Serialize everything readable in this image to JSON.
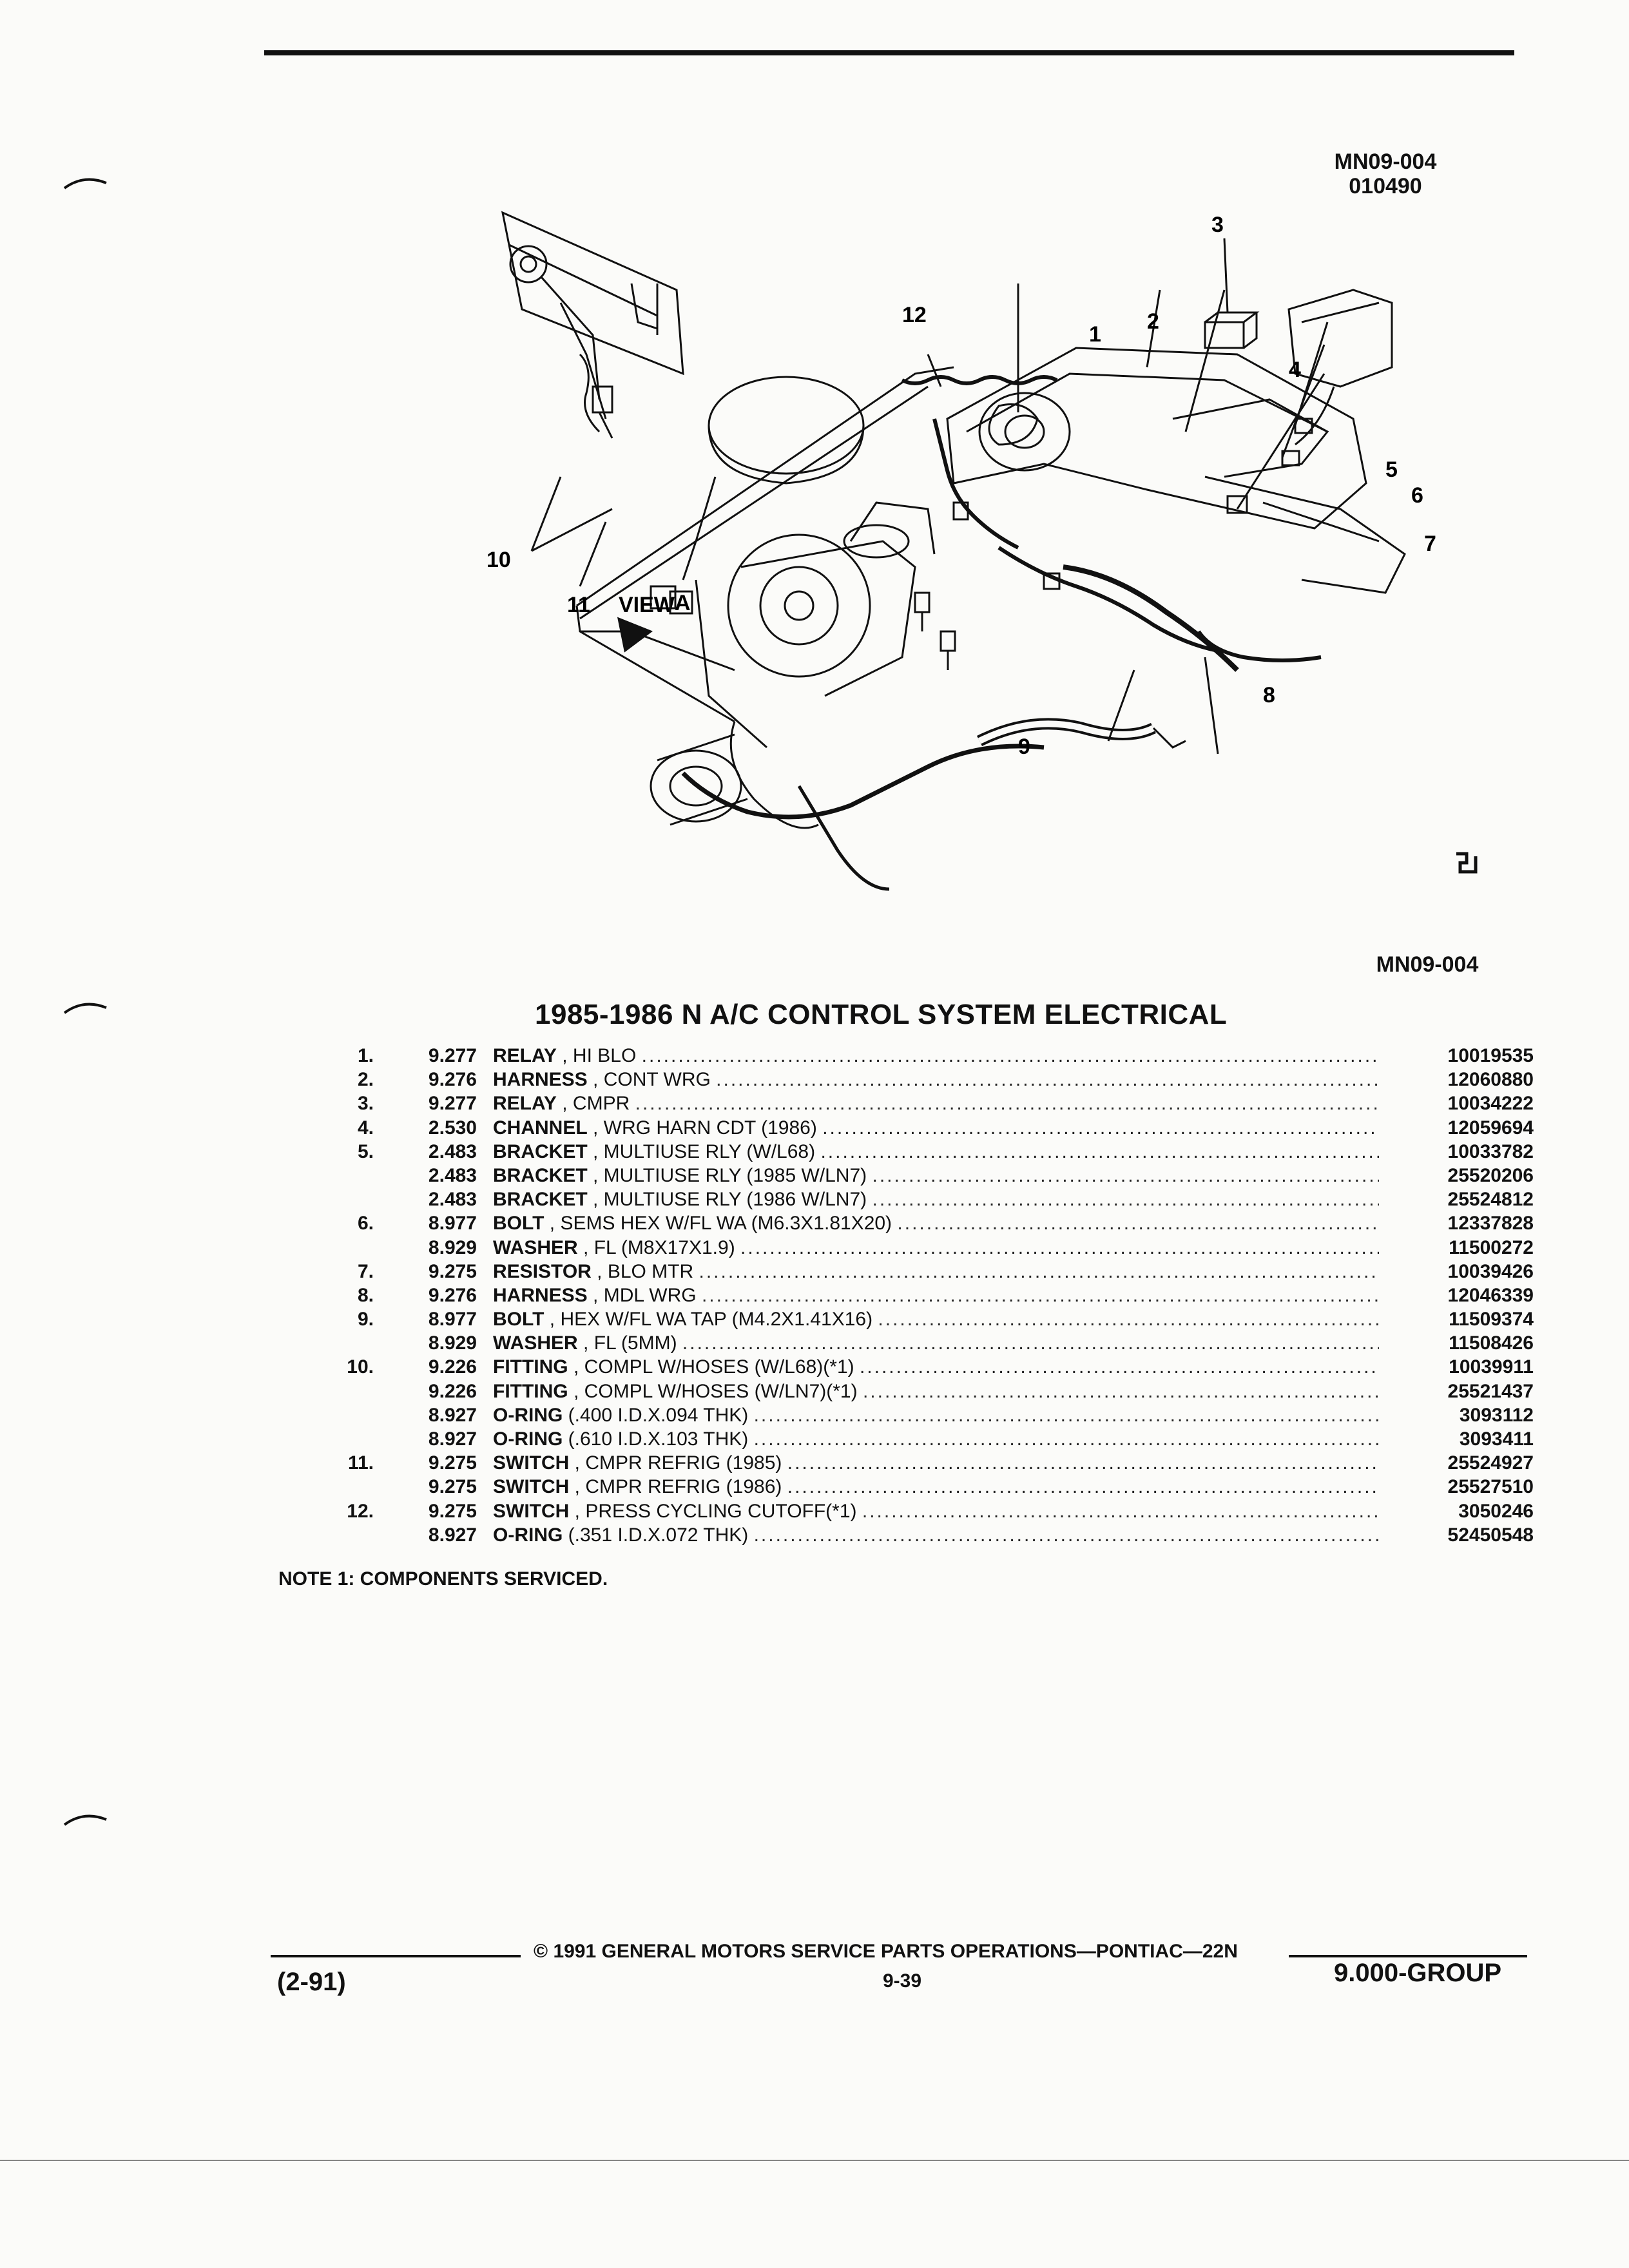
{
  "figure": {
    "id_top_line1": "MN09-004",
    "id_top_line2": "010490",
    "id_bottom": "MN09-004",
    "view_label": "VIEW",
    "view_box_letter": "A",
    "callouts": [
      "1",
      "2",
      "3",
      "4",
      "5",
      "6",
      "7",
      "8",
      "9",
      "10",
      "11",
      "12"
    ]
  },
  "section_title": "1985-1986 N A/C CONTROL SYSTEM ELECTRICAL",
  "parts": [
    {
      "key": "1.",
      "group": "9.277",
      "name": "RELAY",
      "detail": ", HI BLO",
      "part_no": "10019535"
    },
    {
      "key": "2.",
      "group": "9.276",
      "name": "HARNESS",
      "detail": ", CONT WRG",
      "part_no": "12060880"
    },
    {
      "key": "3.",
      "group": "9.277",
      "name": "RELAY",
      "detail": ", CMPR",
      "part_no": "10034222"
    },
    {
      "key": "4.",
      "group": "2.530",
      "name": "CHANNEL",
      "detail": ", WRG HARN CDT (1986)",
      "part_no": "12059694"
    },
    {
      "key": "5.",
      "group": "2.483",
      "name": "BRACKET",
      "detail": ", MULTIUSE RLY (W/L68)",
      "part_no": "10033782"
    },
    {
      "key": "",
      "group": "2.483",
      "name": "BRACKET",
      "detail": ", MULTIUSE RLY (1985 W/LN7)",
      "part_no": "25520206"
    },
    {
      "key": "",
      "group": "2.483",
      "name": "BRACKET",
      "detail": ", MULTIUSE RLY (1986 W/LN7)",
      "part_no": "25524812"
    },
    {
      "key": "6.",
      "group": "8.977",
      "name": "BOLT",
      "detail": ", SEMS HEX W/FL WA (M6.3X1.81X20)",
      "part_no": "12337828"
    },
    {
      "key": "",
      "group": "8.929",
      "name": "WASHER",
      "detail": ", FL (M8X17X1.9)",
      "part_no": "11500272"
    },
    {
      "key": "7.",
      "group": "9.275",
      "name": "RESISTOR",
      "detail": ", BLO MTR",
      "part_no": "10039426"
    },
    {
      "key": "8.",
      "group": "9.276",
      "name": "HARNESS",
      "detail": ", MDL WRG",
      "part_no": "12046339"
    },
    {
      "key": "9.",
      "group": "8.977",
      "name": "BOLT",
      "detail": ", HEX W/FL WA TAP (M4.2X1.41X16)",
      "part_no": "11509374"
    },
    {
      "key": "",
      "group": "8.929",
      "name": "WASHER",
      "detail": ", FL (5MM)",
      "part_no": "11508426"
    },
    {
      "key": "10.",
      "group": "9.226",
      "name": "FITTING",
      "detail": ", COMPL W/HOSES (W/L68)(*1)",
      "part_no": "10039911"
    },
    {
      "key": "",
      "group": "9.226",
      "name": "FITTING",
      "detail": ", COMPL W/HOSES (W/LN7)(*1)",
      "part_no": "25521437"
    },
    {
      "key": "",
      "group": "8.927",
      "name": "O-RING",
      "detail": "(.400 I.D.X.094 THK)",
      "part_no": "3093112"
    },
    {
      "key": "",
      "group": "8.927",
      "name": "O-RING",
      "detail": "(.610 I.D.X.103 THK)",
      "part_no": "3093411"
    },
    {
      "key": "11.",
      "group": "9.275",
      "name": "SWITCH",
      "detail": ", CMPR REFRIG (1985)",
      "part_no": "25524927"
    },
    {
      "key": "",
      "group": "9.275",
      "name": "SWITCH",
      "detail": ", CMPR REFRIG (1986)",
      "part_no": "25527510"
    },
    {
      "key": "12.",
      "group": "9.275",
      "name": "SWITCH",
      "detail": ", PRESS CYCLING CUTOFF(*1)",
      "part_no": "3050246"
    },
    {
      "key": "",
      "group": "8.927",
      "name": "O-RING",
      "detail": "(.351 I.D.X.072 THK)",
      "part_no": "52450548"
    }
  ],
  "note": "NOTE  1:  COMPONENTS SERVICED.",
  "footer": {
    "date": "(2-91)",
    "copyright": "©  1991  GENERAL MOTORS SERVICE PARTS OPERATIONS—PONTIAC—22N",
    "page": "9-39",
    "group": "9.000-GROUP"
  }
}
